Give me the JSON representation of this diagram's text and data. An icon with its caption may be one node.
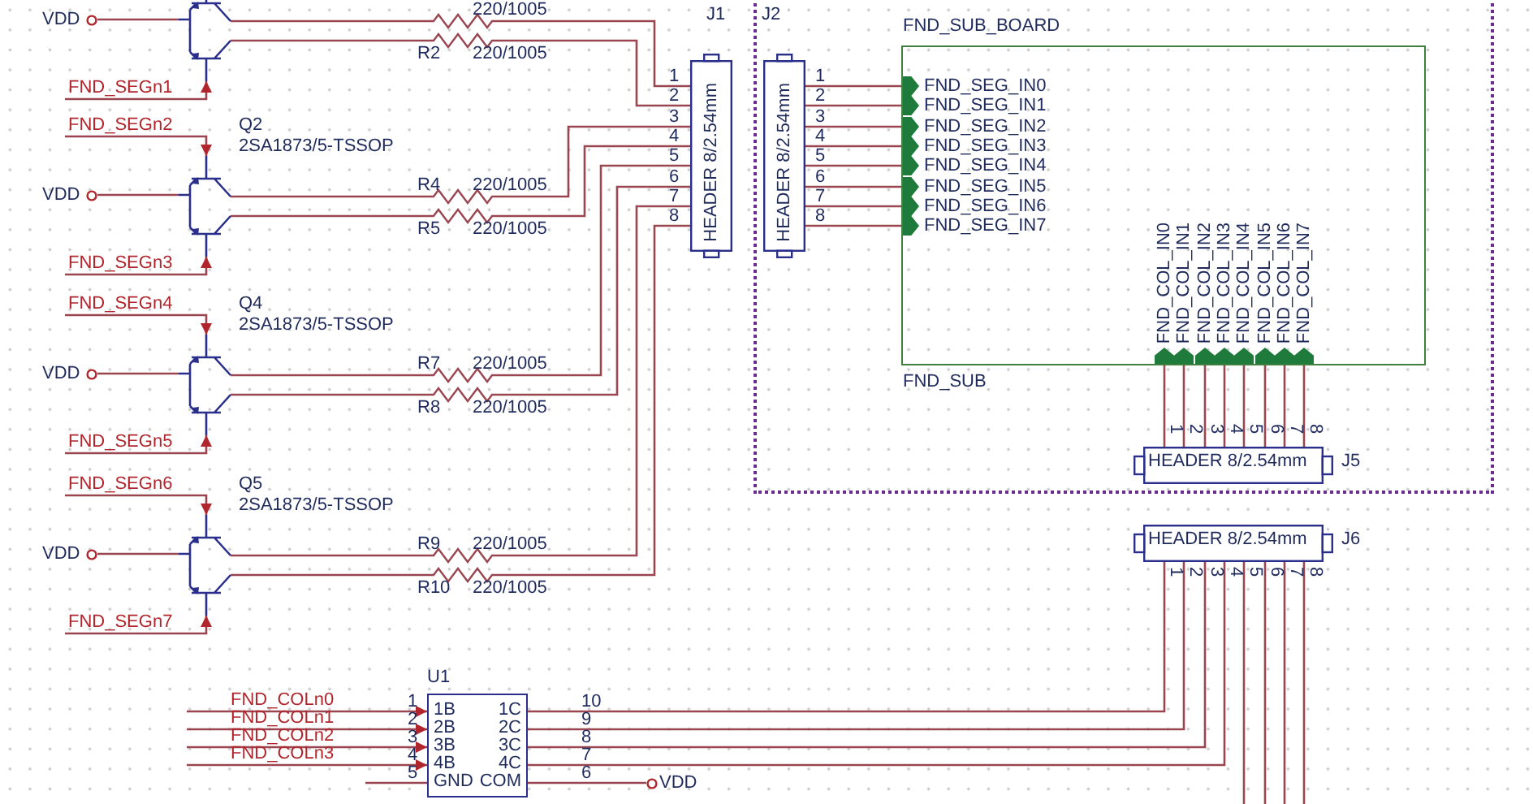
{
  "diagram": {
    "nodes": [
      {
        "text": [
          "VDD"
        ]
      },
      {
        "text": [],
        "shape": "picture"
      },
      {
        "text": [
          "220/1005"
        ]
      },
      {
        "text": [
          "R2",
          "220/1005"
        ]
      },
      {
        "text": [
          "J1",
          "HEADER 8/2.54mm"
        ],
        "beside": [
          "1",
          "2",
          "3",
          "4",
          "5",
          "6",
          "7",
          "8"
        ]
      },
      {
        "text": [],
        "shape": "box"
      },
      {
        "text": [
          "J2",
          "HEADER 8/2.54mm"
        ],
        "beside": [
          "1",
          "2",
          "3",
          "4",
          "5",
          "6",
          "7",
          "8"
        ],
        "in": 5
      },
      {
        "text": [
          "FND_SUB_BOARD",
          "FND_SEG_IN0",
          "FND_SEG_IN1",
          "FND_SEG_IN2",
          "FND_SEG_IN3",
          "FND_SEG_IN4",
          "FND_SEG_IN5",
          "FND_SEG_IN6",
          "FND_SEG_IN7",
          "FND_COL_IN0",
          "FND_COL_IN1",
          "FND_COL_IN2",
          "FND_COL_IN3",
          "FND_COL_IN4",
          "FND_COL_IN5",
          "FND_COL_IN6",
          "FND_COL_IN7",
          "FND_SUB"
        ],
        "in": 5
      },
      {
        "text": [
          "HEADER 8/2.54mm",
          "J5"
        ],
        "beside": [
          "1",
          "2",
          "3",
          "4",
          "5",
          "6",
          "7",
          "8"
        ],
        "in": 5
      },
      {
        "text": [
          "Q2",
          "2SA1873/5-TSSOP"
        ]
      },
      {
        "text": [
          "VDD"
        ]
      },
      {
        "text": [
          "R4",
          "220/1005"
        ]
      },
      {
        "text": [
          "R5",
          "220/1005"
        ]
      },
      {
        "text": [
          "Q4",
          "2SA1873/5-TSSOP"
        ]
      },
      {
        "text": [
          "VDD"
        ]
      },
      {
        "text": [
          "R7",
          "220/1005"
        ]
      },
      {
        "text": [
          "R8",
          "220/1005"
        ]
      },
      {
        "text": [
          "Q5",
          "2SA1873/5-TSSOP"
        ]
      },
      {
        "text": [
          "VDD"
        ]
      },
      {
        "text": [
          "R9",
          "220/1005"
        ]
      },
      {
        "text": [
          "R10",
          "220/1005"
        ]
      },
      {
        "text": [
          "HEADER 8/2.54mm",
          "J6"
        ],
        "beside": [
          "1",
          "2",
          "3",
          "4",
          "5",
          "6",
          "7",
          "8"
        ]
      },
      {
        "text": [
          "U1",
          "1B",
          "1C",
          "2B",
          "2C",
          "3B",
          "3C",
          "4B",
          "4C",
          "GND",
          "COM"
        ],
        "beside": [
          "1",
          "10",
          "2",
          "9",
          "3",
          "8",
          "4",
          "7",
          "5",
          "6"
        ]
      },
      {
        "text": [
          "VDD"
        ]
      }
    ],
    "edges": [
      {
        "from": null,
        "to": 1,
        "arrow": "to",
        "label": "FND_SEGn1"
      },
      {
        "from": 0,
        "to": 1,
        "arrow": "none"
      },
      {
        "from": 1,
        "to": 2,
        "arrow": "none"
      },
      {
        "from": 1,
        "to": 3,
        "arrow": "none"
      },
      {
        "from": 2,
        "to": 4,
        "arrow": "none"
      },
      {
        "from": 3,
        "to": 4,
        "arrow": "none"
      },
      {
        "from": 6,
        "to": 7,
        "arrow": "to"
      },
      {
        "from": 6,
        "to": 7,
        "arrow": "to"
      },
      {
        "from": 6,
        "to": 7,
        "arrow": "to"
      },
      {
        "from": 6,
        "to": 7,
        "arrow": "to"
      },
      {
        "from": 6,
        "to": 7,
        "arrow": "to"
      },
      {
        "from": 6,
        "to": 7,
        "arrow": "to"
      },
      {
        "from": 6,
        "to": 7,
        "arrow": "to"
      },
      {
        "from": 6,
        "to": 7,
        "arrow": "to"
      },
      {
        "from": 8,
        "to": 7,
        "arrow": "to"
      },
      {
        "from": 8,
        "to": 7,
        "arrow": "to"
      },
      {
        "from": 8,
        "to": 7,
        "arrow": "to"
      },
      {
        "from": 8,
        "to": 7,
        "arrow": "to"
      },
      {
        "from": 8,
        "to": 7,
        "arrow": "to"
      },
      {
        "from": 8,
        "to": 7,
        "arrow": "to"
      },
      {
        "from": 8,
        "to": 7,
        "arrow": "to"
      },
      {
        "from": 8,
        "to": 7,
        "arrow": "to"
      },
      {
        "from": null,
        "to": 9,
        "arrow": "to",
        "label": "FND_SEGn2"
      },
      {
        "from": 10,
        "to": 9,
        "arrow": "none"
      },
      {
        "from": null,
        "to": 9,
        "arrow": "to",
        "label": "FND_SEGn3"
      },
      {
        "from": 9,
        "to": 11,
        "arrow": "none"
      },
      {
        "from": 9,
        "to": 12,
        "arrow": "none"
      },
      {
        "from": 11,
        "to": 4,
        "arrow": "none"
      },
      {
        "from": 12,
        "to": 4,
        "arrow": "none"
      },
      {
        "from": null,
        "to": 13,
        "arrow": "to",
        "label": "FND_SEGn4"
      },
      {
        "from": 14,
        "to": 13,
        "arrow": "none"
      },
      {
        "from": null,
        "to": 13,
        "arrow": "to",
        "label": "FND_SEGn5"
      },
      {
        "from": 13,
        "to": 15,
        "arrow": "none"
      },
      {
        "from": 13,
        "to": 16,
        "arrow": "none"
      },
      {
        "from": 15,
        "to": 4,
        "arrow": "none"
      },
      {
        "from": 16,
        "to": 4,
        "arrow": "none"
      },
      {
        "from": null,
        "to": 17,
        "arrow": "to",
        "label": "FND_SEGn6"
      },
      {
        "from": 18,
        "to": 17,
        "arrow": "none"
      },
      {
        "from": null,
        "to": 17,
        "arrow": "to",
        "label": "FND_SEGn7"
      },
      {
        "from": 17,
        "to": 19,
        "arrow": "none"
      },
      {
        "from": 17,
        "to": 20,
        "arrow": "none"
      },
      {
        "from": 19,
        "to": 4,
        "arrow": "none"
      },
      {
        "from": 20,
        "to": 4,
        "arrow": "none"
      },
      {
        "from": null,
        "to": 22,
        "arrow": "to",
        "label": "FND_COLn0"
      },
      {
        "from": null,
        "to": 22,
        "arrow": "to",
        "label": "FND_COLn1"
      },
      {
        "from": null,
        "to": 22,
        "arrow": "to",
        "label": "FND_COLn2"
      },
      {
        "from": null,
        "to": 22,
        "arrow": "to",
        "label": "FND_COLn3"
      },
      {
        "from": 21,
        "to": 22,
        "arrow": "none"
      },
      {
        "from": 21,
        "to": 22,
        "arrow": "none"
      },
      {
        "from": 21,
        "to": 22,
        "arrow": "none"
      },
      {
        "from": 21,
        "to": 22,
        "arrow": "none"
      },
      {
        "from": 21,
        "to": null,
        "arrow": "none"
      },
      {
        "from": 21,
        "to": null,
        "arrow": "none"
      },
      {
        "from": 21,
        "to": null,
        "arrow": "none"
      },
      {
        "from": 21,
        "to": null,
        "arrow": "none"
      },
      {
        "from": 22,
        "to": null,
        "arrow": "none"
      },
      {
        "from": 22,
        "to": 23,
        "arrow": "none"
      }
    ]
  }
}
